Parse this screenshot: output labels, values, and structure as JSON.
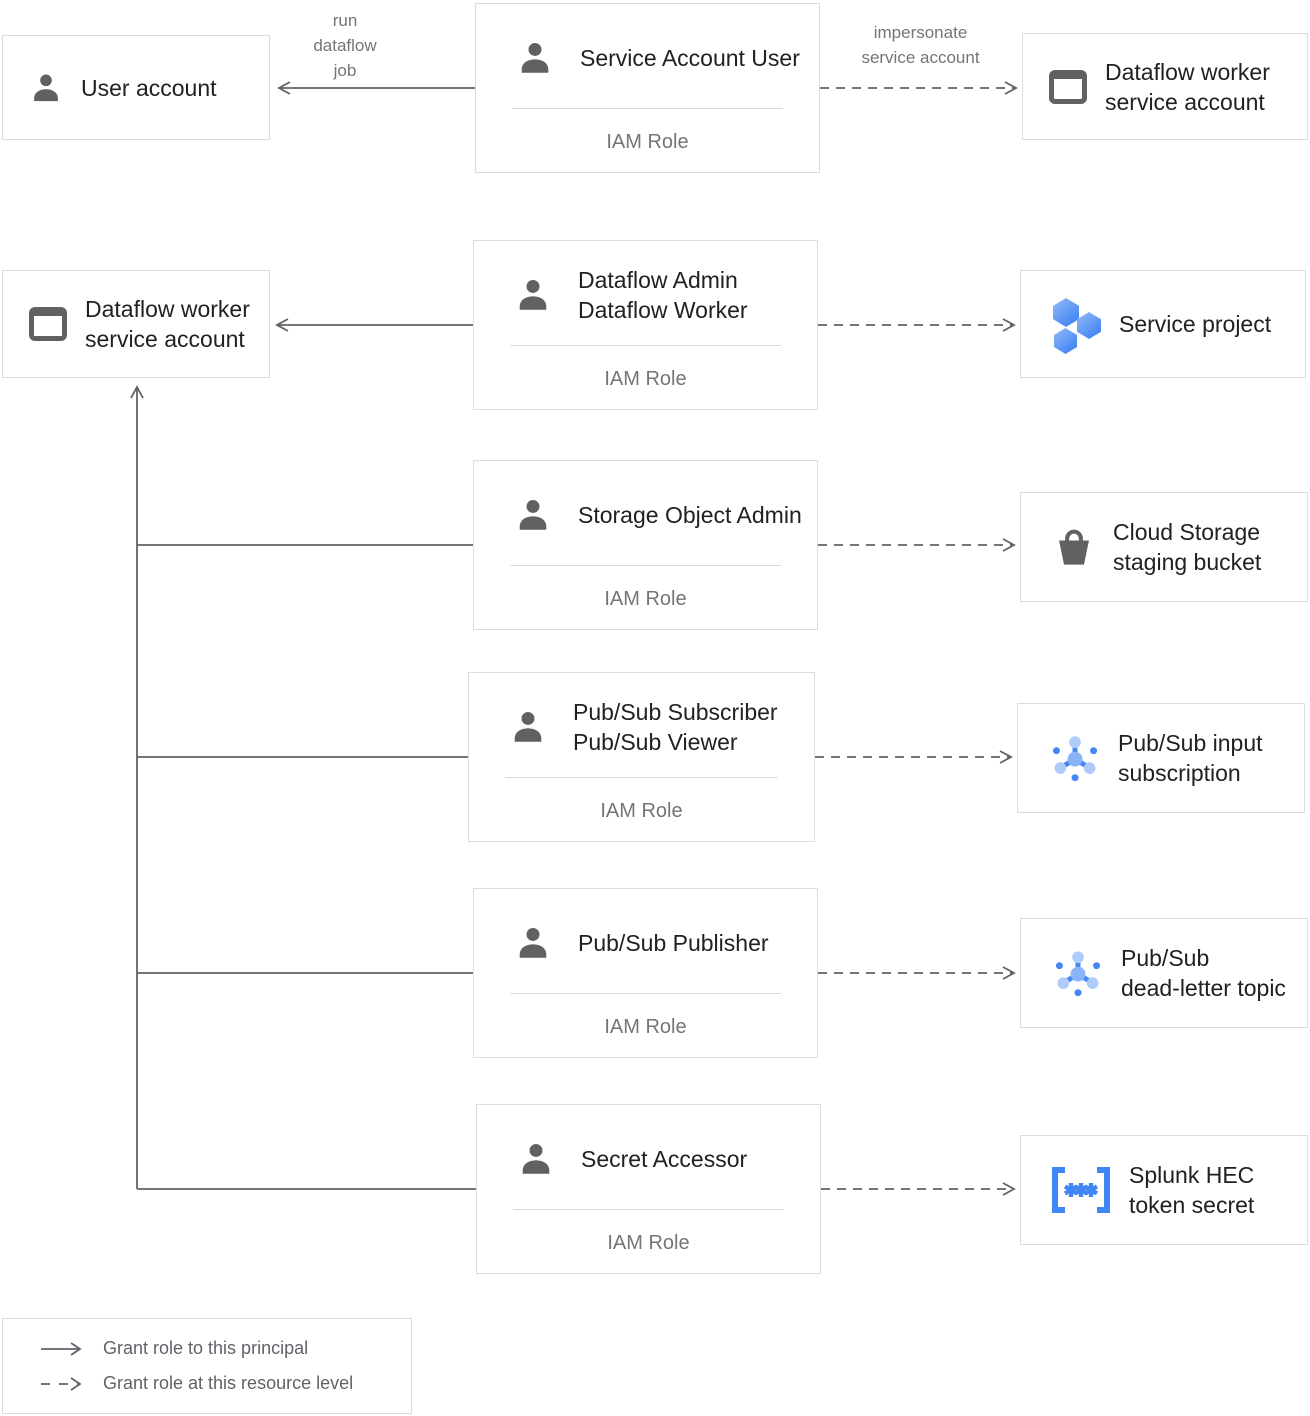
{
  "colors": {
    "accent_blue": "#4285f4",
    "mid_blue": "#8ab4f8",
    "light_blue": "#aecbfa",
    "icon_gray": "#616161",
    "line_gray": "#5f6368",
    "border_gray": "#dadce0",
    "text_dark": "#202124",
    "text_gray": "#757575"
  },
  "nodes": {
    "user_account": {
      "label": "User account"
    },
    "dataflow_worker_sa_top": {
      "line1": "Dataflow worker",
      "line2": "service account"
    },
    "dataflow_worker_sa_left": {
      "line1": "Dataflow worker",
      "line2": "service account"
    },
    "service_project": {
      "line1": "Service project",
      "line2": ""
    },
    "cloud_storage": {
      "line1": "Cloud Storage",
      "line2": "staging bucket"
    },
    "pubsub_input": {
      "line1": "Pub/Sub input",
      "line2": "subscription"
    },
    "pubsub_deadletter": {
      "line1": "Pub/Sub",
      "line2": "dead-letter topic"
    },
    "splunk_secret": {
      "line1": "Splunk HEC",
      "line2": "token secret"
    }
  },
  "roles": {
    "service_account_user": {
      "line1": "Service Account User",
      "line2": "",
      "sub": "IAM Role"
    },
    "dataflow_admin": {
      "line1": "Dataflow Admin",
      "line2": "Dataflow Worker",
      "sub": "IAM Role"
    },
    "storage_object_admin": {
      "line1": "Storage Object Admin",
      "line2": "",
      "sub": "IAM Role"
    },
    "pubsub_subscriber": {
      "line1": "Pub/Sub Subscriber",
      "line2": "Pub/Sub Viewer",
      "sub": "IAM Role"
    },
    "pubsub_publisher": {
      "line1": "Pub/Sub Publisher",
      "line2": "",
      "sub": "IAM Role"
    },
    "secret_accessor": {
      "line1": "Secret Accessor",
      "line2": "",
      "sub": "IAM Role"
    }
  },
  "edges": {
    "run_dataflow": {
      "line1": "run",
      "line2": "dataflow",
      "line3": "job"
    },
    "impersonate": {
      "line1": "impersonate",
      "line2": "service account"
    }
  },
  "legend": {
    "solid_label": "Grant role to this principal",
    "dashed_label": "Grant role at this resource level"
  }
}
